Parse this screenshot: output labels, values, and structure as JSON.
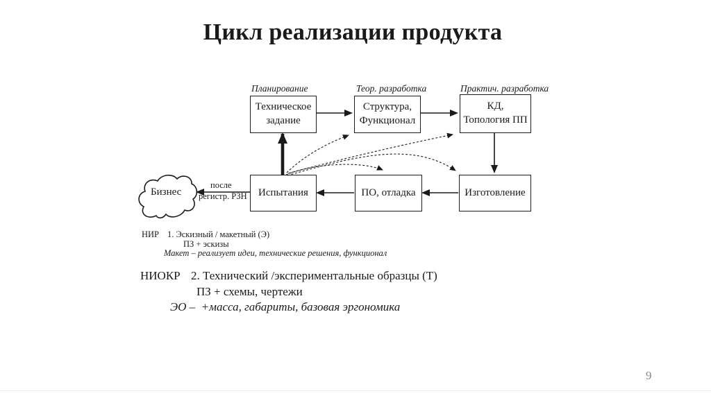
{
  "slide": {
    "title": "Цикл реализации продукта",
    "page_number": "9"
  },
  "diagram": {
    "stage_labels": [
      "Планирование",
      "Теор. разработка",
      "Практич. разработка"
    ],
    "boxes": [
      "Техническое\nзадание",
      "Структура,\nФункционал",
      "КД,\nТопология ПП",
      "Испытания",
      "ПО, отладка",
      "Изготовление"
    ],
    "cloud_label": "Бизнес",
    "release_label_top": "после",
    "release_label_bottom": "регистр. РЗН"
  },
  "notes": {
    "nir_tag": "НИР",
    "nir_line1": "1. Эскизный / макетный (Э)",
    "nir_line2": "ПЗ + эскизы",
    "nir_line3": "Макет – реализует идеи, технические решения, функционал",
    "niokr_tag": "НИОКР",
    "niokr_line1": "2. Технический /экспериментальные образцы (Т)",
    "niokr_line2": "ПЗ + схемы, чертежи",
    "niokr_line3": "ЭО –  +масса, габариты, базовая эргономика"
  }
}
